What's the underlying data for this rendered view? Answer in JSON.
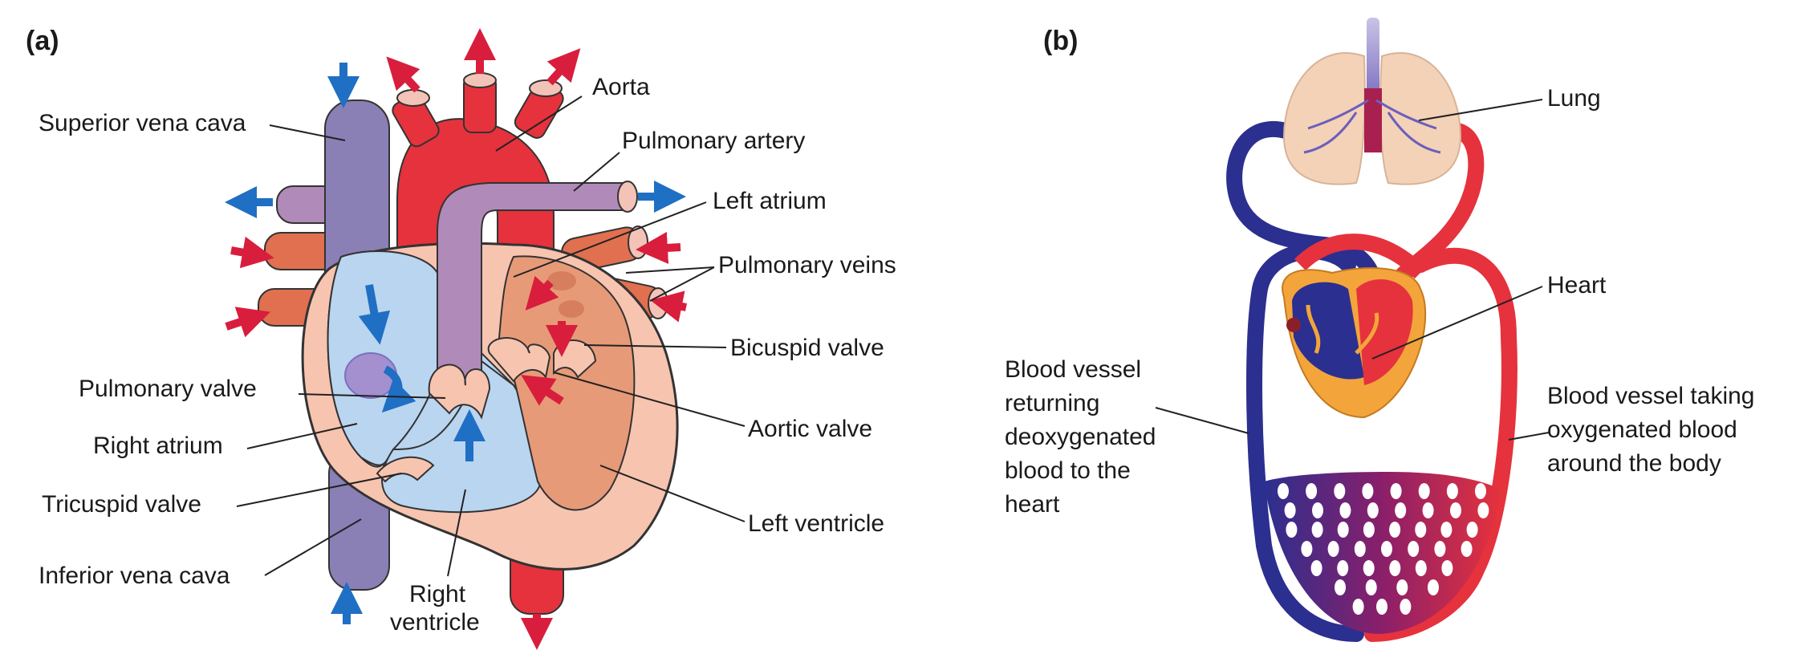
{
  "panels": [
    {
      "letter": "(a)",
      "labels": {
        "aorta": "Aorta",
        "superior_vena_cava": "Superior vena cava",
        "pulmonary_artery": "Pulmonary artery",
        "left_atrium": "Left atrium",
        "pulmonary_veins": "Pulmonary veins",
        "bicuspid_valve": "Bicuspid valve",
        "pulmonary_valve": "Pulmonary valve",
        "aortic_valve": "Aortic valve",
        "right_atrium": "Right atrium",
        "tricuspid_valve": "Tricuspid valve",
        "left_ventricle": "Left ventricle",
        "inferior_vena_cava": "Inferior vena cava",
        "right_ventricle": [
          "Right",
          "ventricle"
        ]
      }
    },
    {
      "letter": "(b)",
      "labels": {
        "lung": "Lung",
        "heart": "Heart",
        "returning_vessel": [
          "Blood vessel",
          "returning",
          "deoxygenated",
          "blood to the",
          "heart"
        ],
        "taking_vessel": [
          "Blood vessel taking",
          "oxygenated blood",
          "around the body"
        ]
      }
    }
  ],
  "colors": {
    "oxygenated": "#e5323d",
    "deoxygenated": "#2b2f8f",
    "vena_cava": "#8a80b5",
    "pulmonary_artery": "#b08ab8",
    "pulmonary_vein": "#e07050",
    "right_chambers": "#b9d5f0",
    "left_chambers": "#e79a78",
    "heart_wall": "#f7c4b0",
    "blue_arrow": "#1f6fc4",
    "red_arrow": "#d81e3c",
    "lung": "#f3d2b8",
    "heart_outer": "#f3a53b"
  }
}
